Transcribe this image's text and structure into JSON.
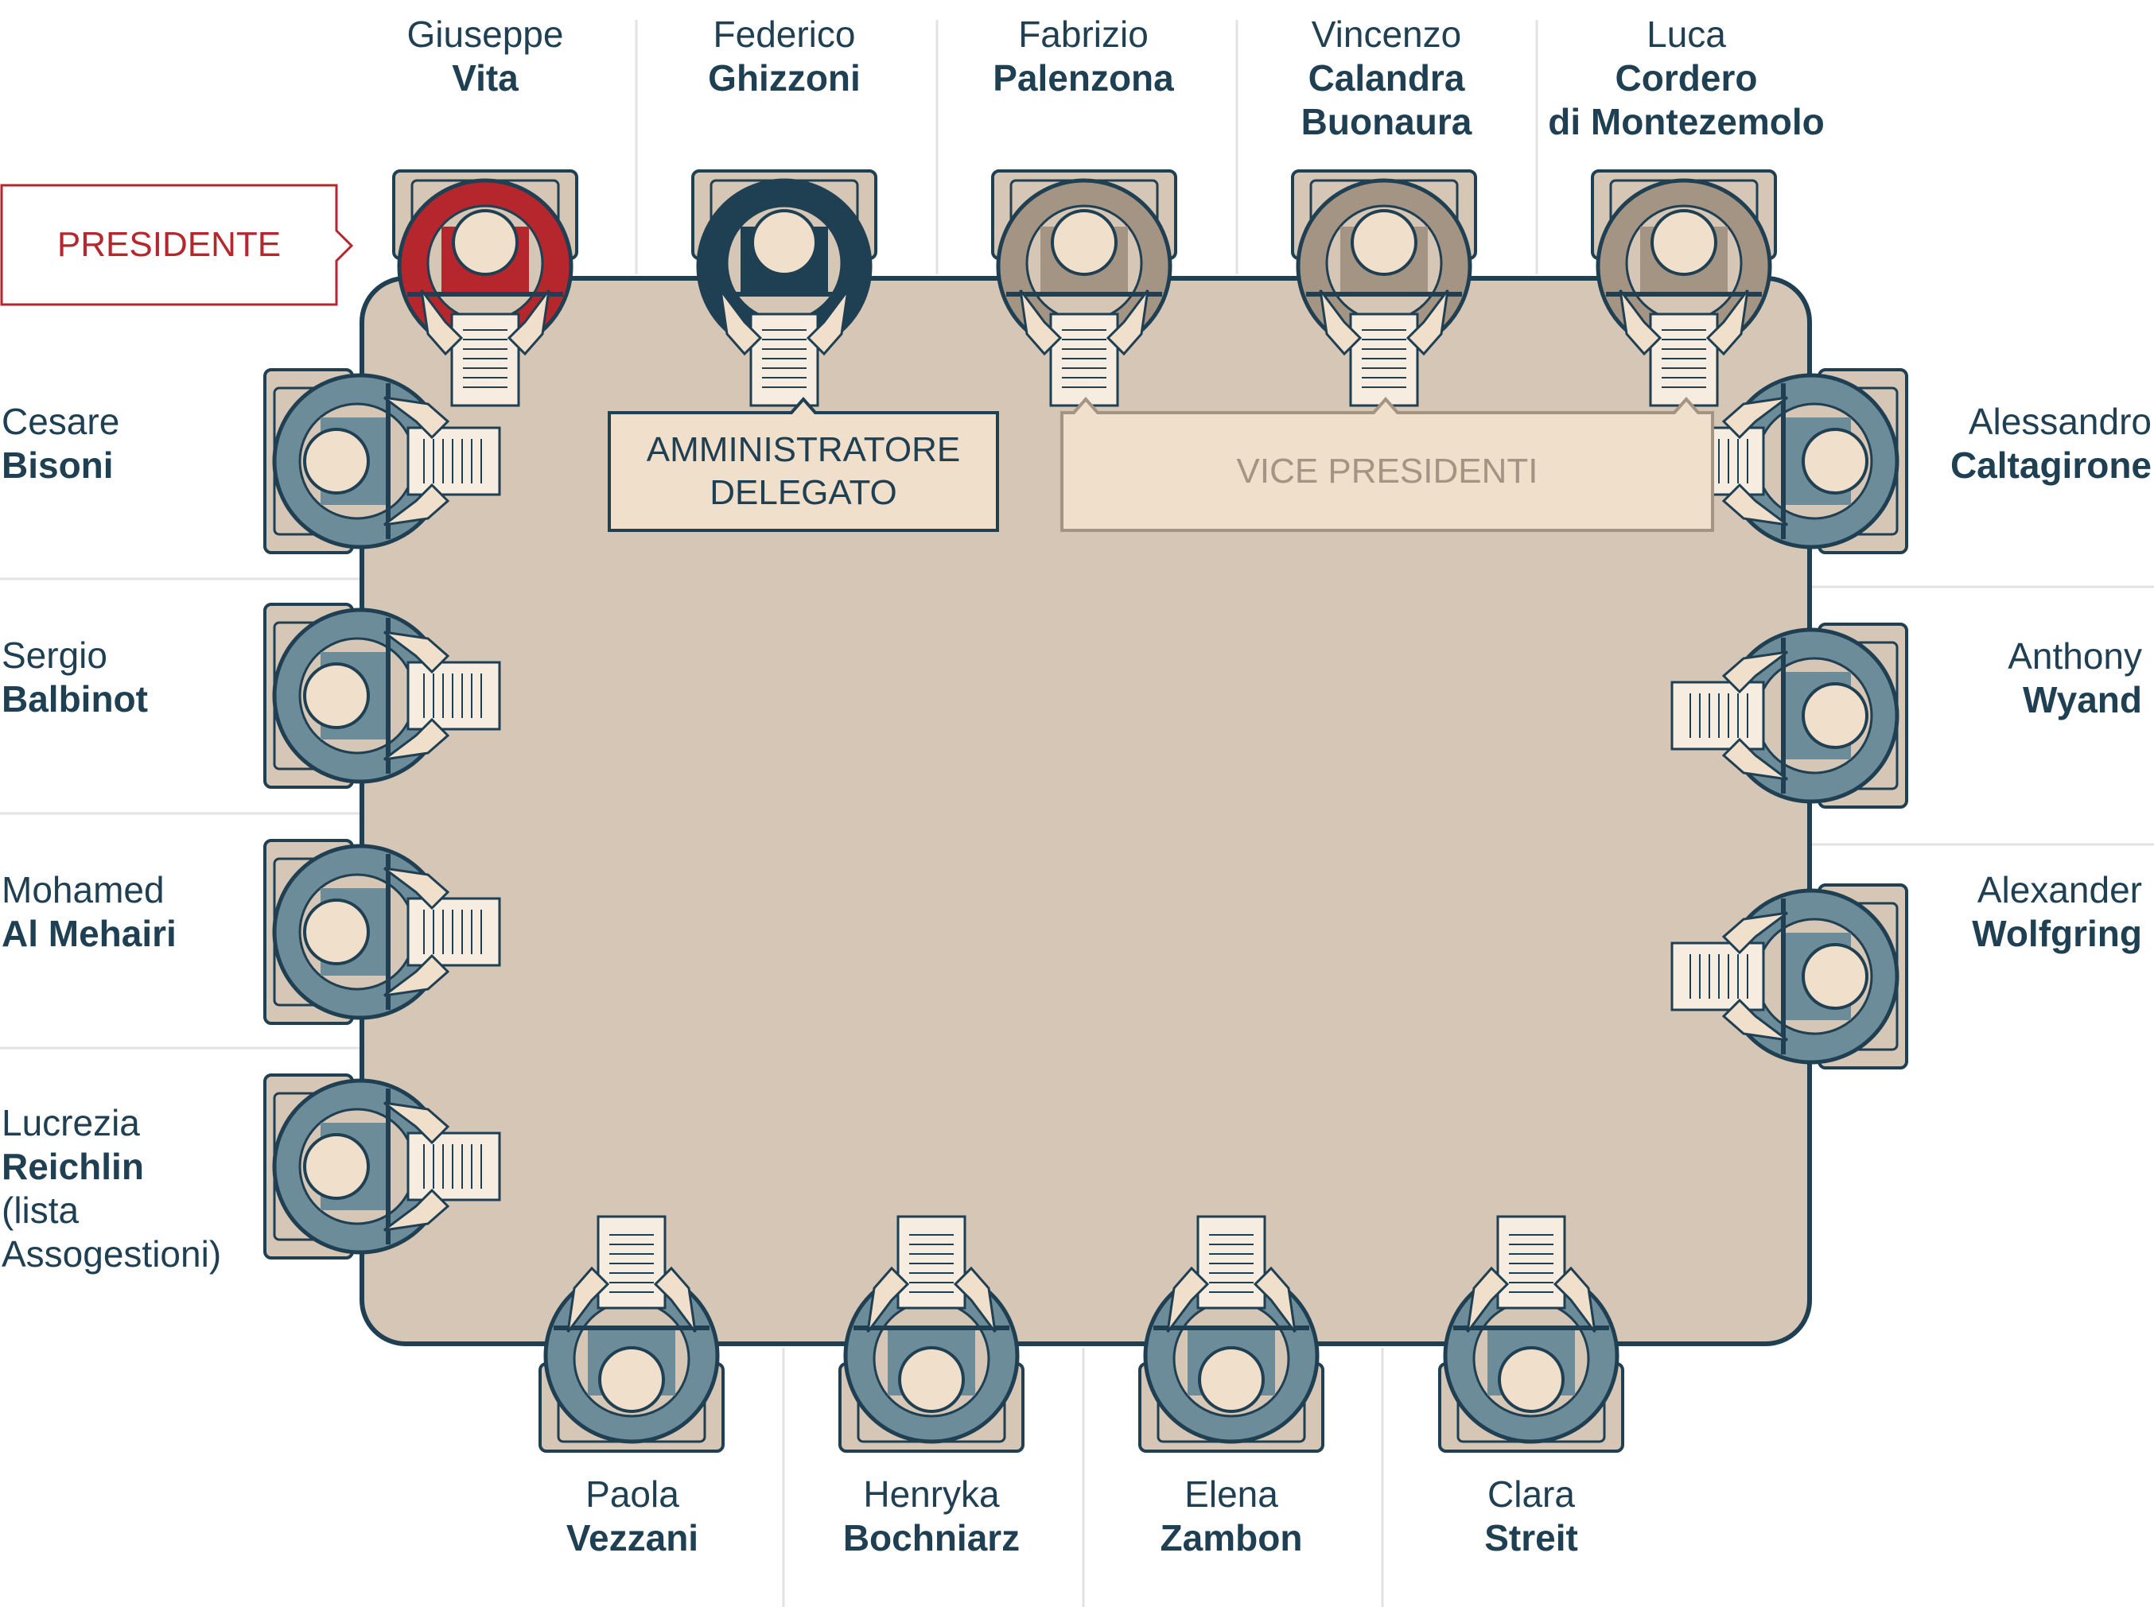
{
  "roles": {
    "presidente": "PRESIDENTE",
    "ad_line1": "AMMINISTRATORE",
    "ad_line2": "DELEGATO",
    "vice": "VICE PRESIDENTI"
  },
  "members": {
    "top": [
      {
        "first": "Giuseppe",
        "last": "Vita",
        "role": "president"
      },
      {
        "first": "Federico",
        "last": "Ghizzoni",
        "role": "ceo"
      },
      {
        "first": "Fabrizio",
        "last": "Palenzona",
        "role": "vice"
      },
      {
        "first": "Vincenzo",
        "last": "Calandra",
        "last2": "Buonaura",
        "role": "vice"
      },
      {
        "first": "Luca",
        "last": "Cordero",
        "last2": "di Montezemolo",
        "role": "vice"
      }
    ],
    "left": [
      {
        "first": "Cesare",
        "last": "Bisoni"
      },
      {
        "first": "Sergio",
        "last": "Balbinot"
      },
      {
        "first": "Mohamed",
        "last": "Al Mehairi"
      },
      {
        "first": "Lucrezia",
        "last": "Reichlin",
        "extra1": "(lista",
        "extra2": "Assogestioni)"
      }
    ],
    "right": [
      {
        "first": "Alessandro",
        "last": "Caltagirone"
      },
      {
        "first": "Anthony",
        "last": "Wyand"
      },
      {
        "first": "Alexander",
        "last": "Wolfgring"
      }
    ],
    "bottom": [
      {
        "first": "Paola",
        "last": "Vezzani"
      },
      {
        "first": "Henryka",
        "last": "Bochniarz"
      },
      {
        "first": "Elena",
        "last": "Zambon"
      },
      {
        "first": "Clara",
        "last": "Streit"
      }
    ]
  },
  "colors": {
    "table": "#d6c6b6",
    "outline": "#1f3f52",
    "president": "#b5272d",
    "ceo": "#1f3f52",
    "vice": "#a49484",
    "member": "#6c8c9a",
    "chair": "#d6c6b6",
    "skin": "#f0dfcb",
    "vice_label": "#a49484"
  }
}
